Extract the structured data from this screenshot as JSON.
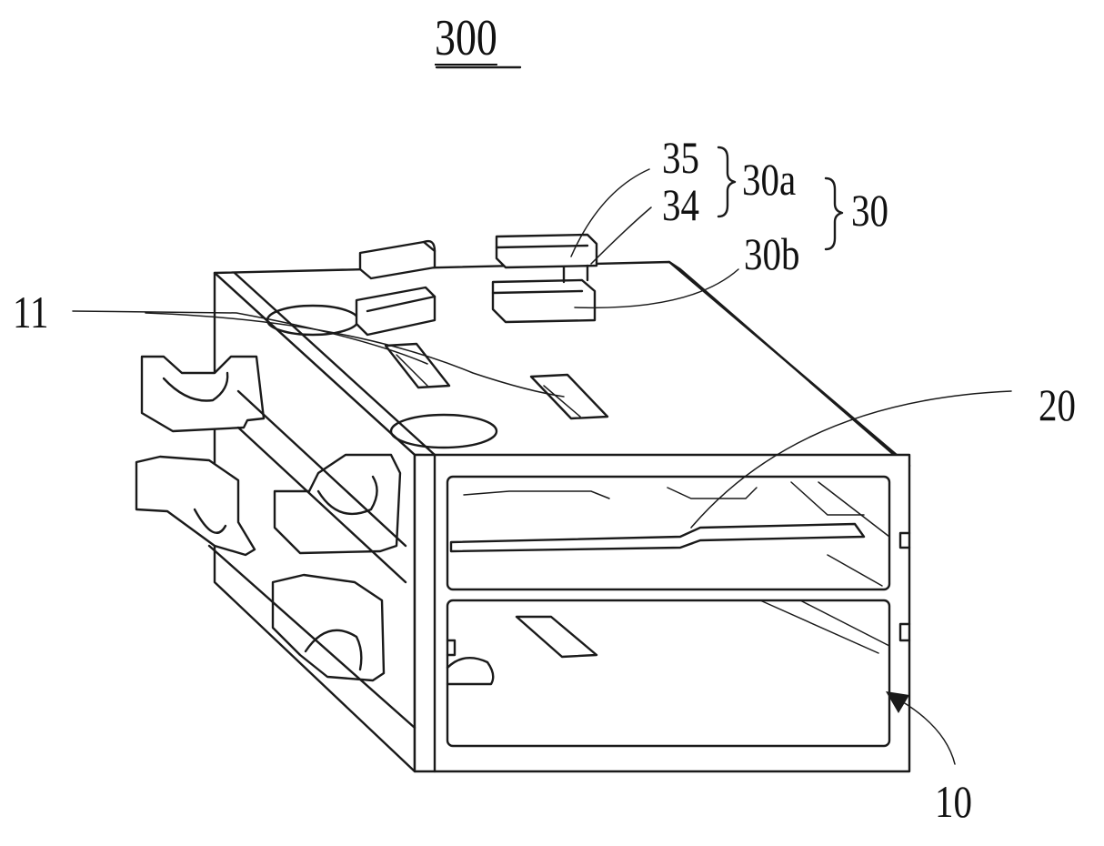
{
  "figure": {
    "title": "300",
    "labels": {
      "l35": "35",
      "l34": "34",
      "l30a": "30a",
      "l30b": "30b",
      "l30": "30",
      "l11": "11",
      "l20": "20",
      "l10": "10"
    }
  }
}
